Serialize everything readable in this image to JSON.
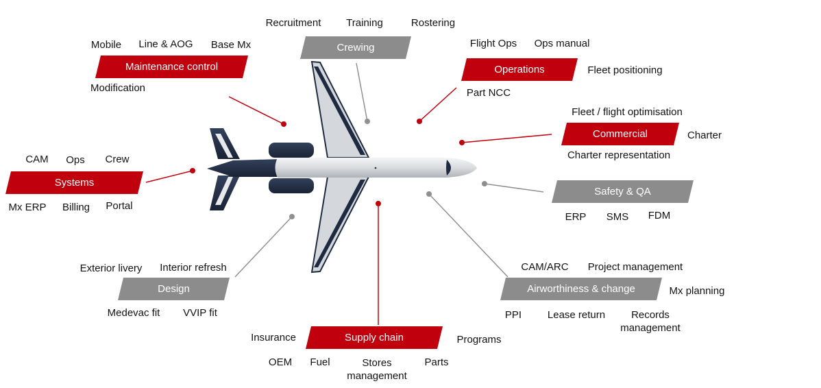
{
  "colors": {
    "red": "#c0000c",
    "grey": "#8c8c8c",
    "connector_red": "#c0000c",
    "connector_grey": "#909090"
  },
  "categories": {
    "crewing": {
      "title": "Crewing",
      "items": [
        "Recruitment",
        "Training",
        "Rostering"
      ]
    },
    "maintenance_control": {
      "title": "Maintenance control",
      "items": [
        "Mobile",
        "Line & AOG",
        "Base Mx",
        "Modification"
      ]
    },
    "operations": {
      "title": "Operations",
      "items": [
        "Flight Ops",
        "Ops manual",
        "Fleet positioning",
        "Part NCC"
      ]
    },
    "commercial": {
      "title": "Commercial",
      "items": [
        "Fleet / flight optimisation",
        "Charter",
        "Charter representation"
      ]
    },
    "systems": {
      "title": "Systems",
      "items": [
        "CAM",
        "Ops",
        "Crew",
        "Mx ERP",
        "Billing",
        "Portal"
      ]
    },
    "safety_qa": {
      "title": "Safety & QA",
      "items": [
        "ERP",
        "SMS",
        "FDM"
      ]
    },
    "design": {
      "title": "Design",
      "items": [
        "Exterior livery",
        "Interior refresh",
        "Medevac fit",
        "VVIP fit"
      ]
    },
    "airworthiness": {
      "title": "Airworthiness & change",
      "items": [
        "CAM/ARC",
        "Project management",
        "Mx planning",
        "PPI",
        "Lease return",
        "Records management"
      ]
    },
    "supply_chain": {
      "title": "Supply chain",
      "items": [
        "Insurance",
        "Programs",
        "OEM",
        "Fuel",
        "Stores management",
        "Parts"
      ]
    }
  }
}
